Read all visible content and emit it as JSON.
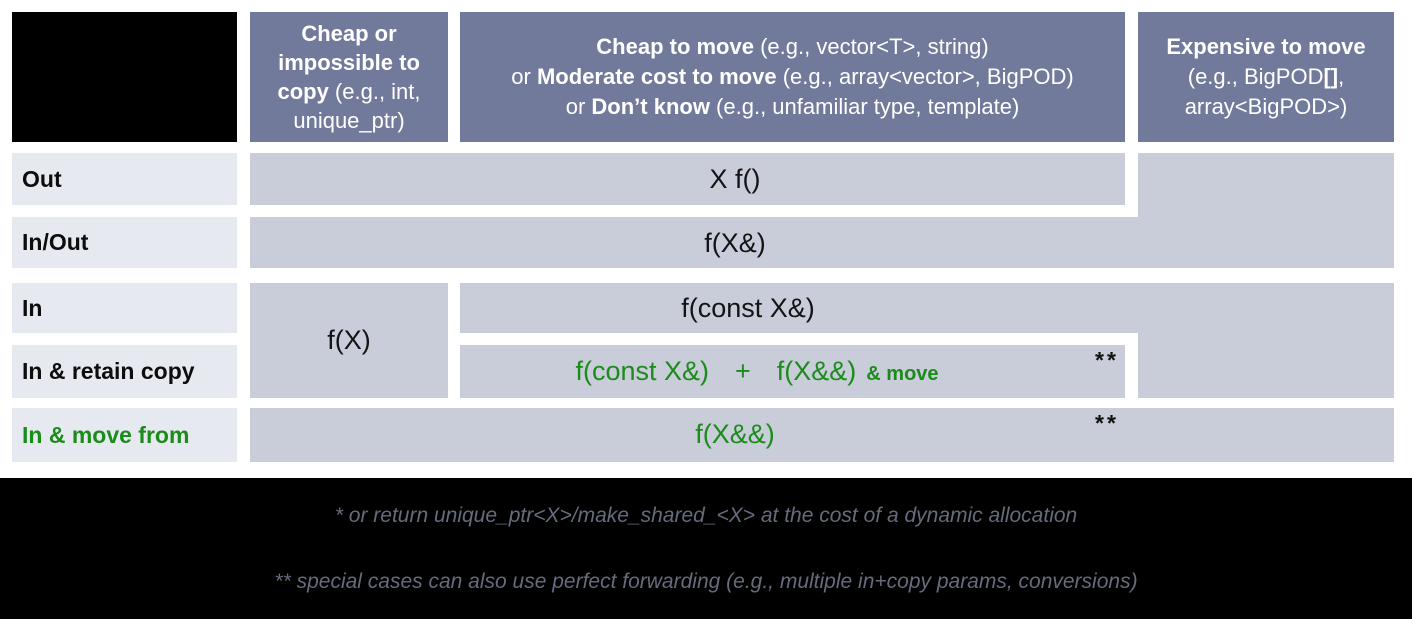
{
  "colors": {
    "header_bg": "#717a9b",
    "cell_bg": "#c9ccd9",
    "row_label_bg": "#e7e9f0",
    "corner_bg": "#000000",
    "footer_bg": "#000000",
    "accent_green": "#1a8c1a",
    "footnote_text": "#666b7d",
    "header_text": "#ffffff",
    "code_text": "#141414"
  },
  "header": {
    "cheap_copy": {
      "bold": "Cheap or impossible to copy",
      "rest": " (e.g., int, unique_ptr)"
    },
    "cheap_move": {
      "lines": [
        {
          "pre": "",
          "bold": "Cheap to move",
          "rest": " (e.g., vector<T>, string)"
        },
        {
          "pre": "or ",
          "bold": "Moderate cost to move",
          "rest": " (e.g., array<vector>, BigPOD)"
        },
        {
          "pre": "or ",
          "bold": "Don’t know",
          "rest": " (e.g., unfamiliar type, template)"
        }
      ]
    },
    "expensive_move": {
      "line1_bold": "Expensive to move",
      "line2_pre": "(e.g., BigPOD",
      "line2_bold": "[]",
      "line2_rest": ",",
      "line3": "array<BigPOD>)"
    }
  },
  "rows": {
    "out": {
      "label": "Out",
      "code": "X f()"
    },
    "inout": {
      "label": "In/Out",
      "code": "f(X&)"
    },
    "in": {
      "label": "In",
      "code": "f(const X&)"
    },
    "cheap_copy_cell": {
      "code": "f(X)"
    },
    "retain": {
      "label": "In & retain copy",
      "code1": "f(const X&)",
      "plus": "+",
      "code2": "f(X&&)",
      "suffix": "& move",
      "marker": "**"
    },
    "movefrom": {
      "label": "In & move from",
      "code": "f(X&&)",
      "marker": "**"
    }
  },
  "footnotes": {
    "line1": "* or return unique_ptr<X>/make_shared_<X> at the cost of a dynamic allocation",
    "line2": "** special cases can also use perfect forwarding (e.g., multiple in+copy params, conversions)"
  }
}
